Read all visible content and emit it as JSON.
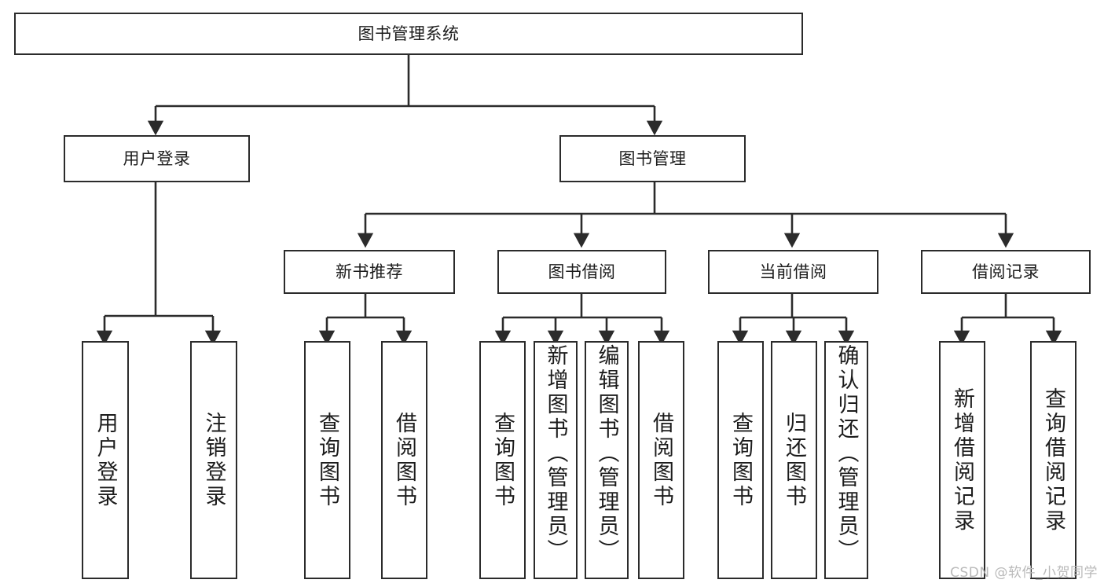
{
  "diagram": {
    "type": "tree-hierarchy",
    "title": "图书管理系统",
    "root": {
      "id": "root",
      "label": "图书管理系统"
    },
    "level1": [
      {
        "id": "user-login",
        "label": "用户登录"
      },
      {
        "id": "book-management",
        "label": "图书管理"
      }
    ],
    "level2": [
      {
        "id": "new-book-recommend",
        "label": "新书推荐",
        "parent": "book-management"
      },
      {
        "id": "book-borrow",
        "label": "图书借阅",
        "parent": "book-management"
      },
      {
        "id": "current-borrow",
        "label": "当前借阅",
        "parent": "book-management"
      },
      {
        "id": "borrow-record",
        "label": "借阅记录",
        "parent": "book-management"
      }
    ],
    "leaves": [
      {
        "id": "leaf-user-login",
        "label": "用户登录",
        "parent": "user-login",
        "align": "centered"
      },
      {
        "id": "leaf-logout",
        "label": "注销登录",
        "parent": "user-login",
        "align": "centered"
      },
      {
        "id": "leaf-query-book-1",
        "label": "查询图书",
        "parent": "new-book-recommend",
        "align": "centered"
      },
      {
        "id": "leaf-borrow-book-1",
        "label": "借阅图书",
        "parent": "new-book-recommend",
        "align": "centered"
      },
      {
        "id": "leaf-query-book-2",
        "label": "查询图书",
        "parent": "book-borrow",
        "align": "centered"
      },
      {
        "id": "leaf-add-book",
        "label": "新增图书（管理员）",
        "parent": "book-borrow",
        "align": "top"
      },
      {
        "id": "leaf-edit-book",
        "label": "编辑图书（管理员）",
        "parent": "book-borrow",
        "align": "top"
      },
      {
        "id": "leaf-borrow-book-2",
        "label": "借阅图书",
        "parent": "book-borrow",
        "align": "centered"
      },
      {
        "id": "leaf-query-book-3",
        "label": "查询图书",
        "parent": "current-borrow",
        "align": "centered"
      },
      {
        "id": "leaf-return-book",
        "label": "归还图书",
        "parent": "current-borrow",
        "align": "centered"
      },
      {
        "id": "leaf-confirm-return",
        "label": "确认归还（管理员）",
        "parent": "current-borrow",
        "align": "top"
      },
      {
        "id": "leaf-add-record",
        "label": "新增借阅记录",
        "parent": "borrow-record",
        "align": "centered"
      },
      {
        "id": "leaf-query-record",
        "label": "查询借阅记录",
        "parent": "borrow-record",
        "align": "centered"
      }
    ]
  },
  "watermark": {
    "text": "CSDN @软件_小贺同学"
  },
  "colors": {
    "border": "#2b2b2b",
    "background": "#ffffff",
    "text": "#1c1c1c",
    "connector": "#2b2b2b",
    "watermark": "#b9b9b9"
  }
}
